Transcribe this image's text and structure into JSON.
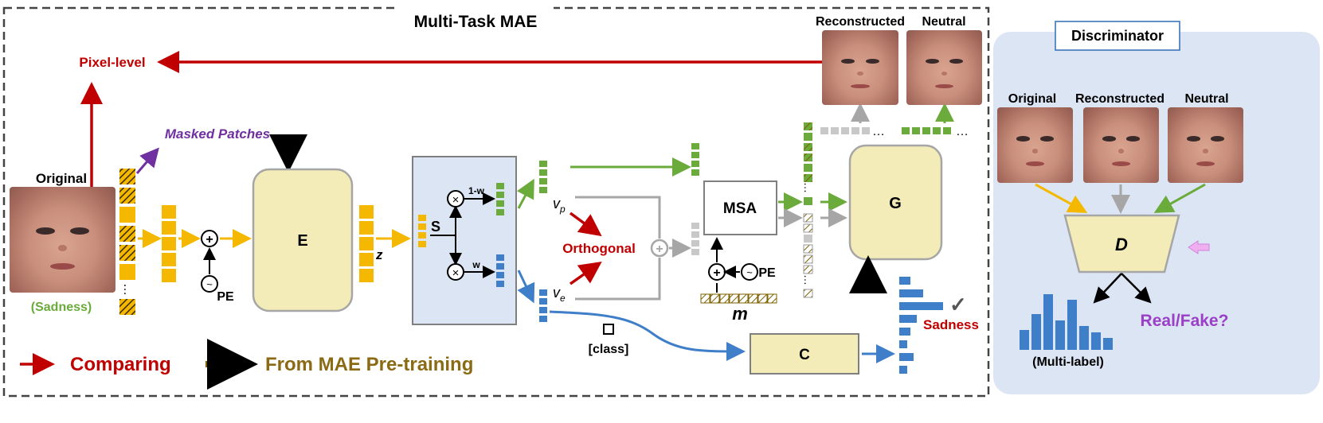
{
  "title": "Multi-Task MAE",
  "labels": {
    "pixel_level": "Pixel-level",
    "masked_patches": "Masked Patches",
    "original": "Original",
    "sadness_paren": "(Sadness)",
    "pe": "PE",
    "encoder": "E",
    "z": "z",
    "s": "S",
    "one_minus_w": "1-w",
    "w": "w",
    "vp": "v",
    "vp_sub": "p",
    "ve": "v",
    "ve_sub": "e",
    "orthogonal": "Orthogonal",
    "msa": "MSA",
    "pe2": "PE",
    "m": "m",
    "generator": "G",
    "reconstructed": "Reconstructed",
    "neutral": "Neutral",
    "class_token": "[class]",
    "classifier": "C",
    "sadness": "Sadness",
    "ellipsis": "…"
  },
  "legend": {
    "comparing": "Comparing",
    "from_mae": "From MAE Pre-training"
  },
  "discriminator": {
    "title": "Discriminator",
    "original": "Original",
    "reconstructed": "Reconstructed",
    "neutral": "Neutral",
    "d": "D",
    "multi_label": "(Multi-label)",
    "real_fake": "Real/Fake?"
  },
  "colors": {
    "yellow": "#f5b800",
    "green": "#6aab3c",
    "blue": "#3f7ec8",
    "gray": "#a6a6a6",
    "red": "#c00000",
    "olive": "#7f6000",
    "purple": "#7030a0",
    "box_fill": "#f4ecb8",
    "panel": "#dbe5f3"
  }
}
